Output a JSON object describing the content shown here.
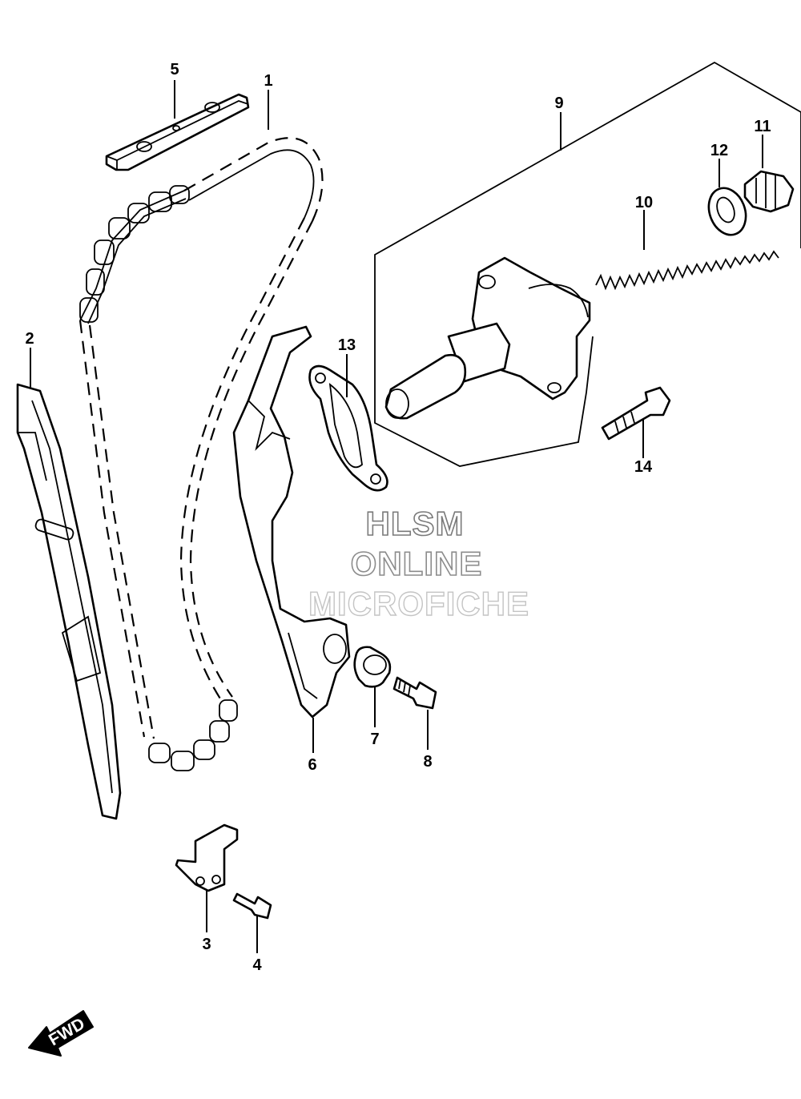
{
  "callouts": [
    {
      "id": "1",
      "label": "1"
    },
    {
      "id": "2",
      "label": "2"
    },
    {
      "id": "3",
      "label": "3"
    },
    {
      "id": "4",
      "label": "4"
    },
    {
      "id": "5",
      "label": "5"
    },
    {
      "id": "6",
      "label": "6"
    },
    {
      "id": "7",
      "label": "7"
    },
    {
      "id": "8",
      "label": "8"
    },
    {
      "id": "9",
      "label": "9"
    },
    {
      "id": "10",
      "label": "10"
    },
    {
      "id": "11",
      "label": "11"
    },
    {
      "id": "12",
      "label": "12"
    },
    {
      "id": "13",
      "label": "13"
    },
    {
      "id": "14",
      "label": "14"
    }
  ],
  "watermark": {
    "line1": "HLSM",
    "line2": "ONLINE",
    "line3": "MICROFICHE"
  },
  "direction_arrow": {
    "label": "FWD",
    "icon": "fwd-arrow-icon"
  }
}
